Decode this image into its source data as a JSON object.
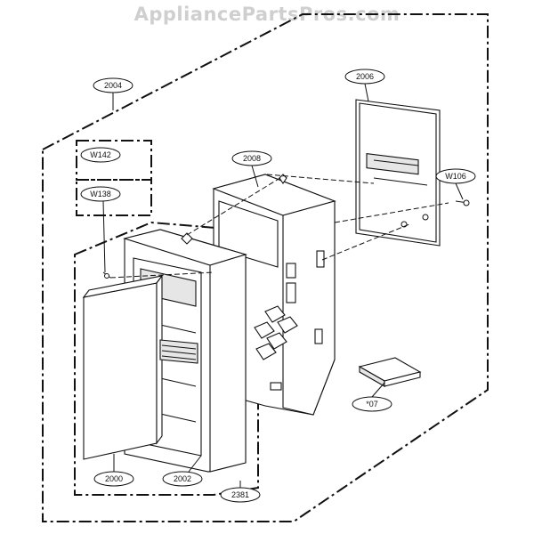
{
  "watermark": "AppliancePartsPros.com",
  "callouts": {
    "c2004": "2004",
    "c2006": "2006",
    "cW142": "W142",
    "c2008": "2008",
    "cW106": "W106",
    "cW138": "W138",
    "c07": "*07",
    "c2000": "2000",
    "c2002": "2002",
    "c2381": "2381"
  }
}
